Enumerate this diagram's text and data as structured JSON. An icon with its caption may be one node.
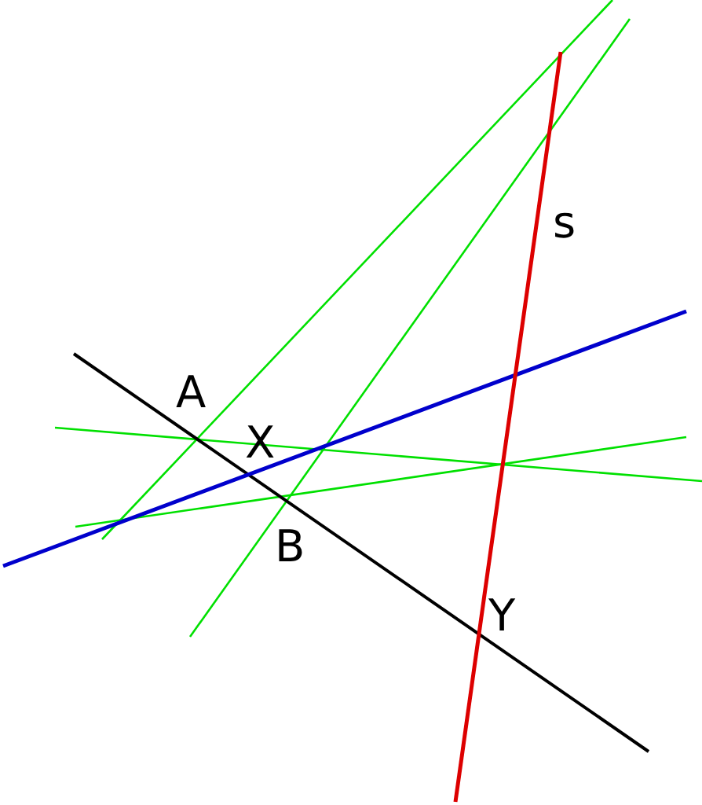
{
  "diagram": {
    "labels": [
      "s",
      "A",
      "X",
      "B",
      "Y"
    ]
  }
}
